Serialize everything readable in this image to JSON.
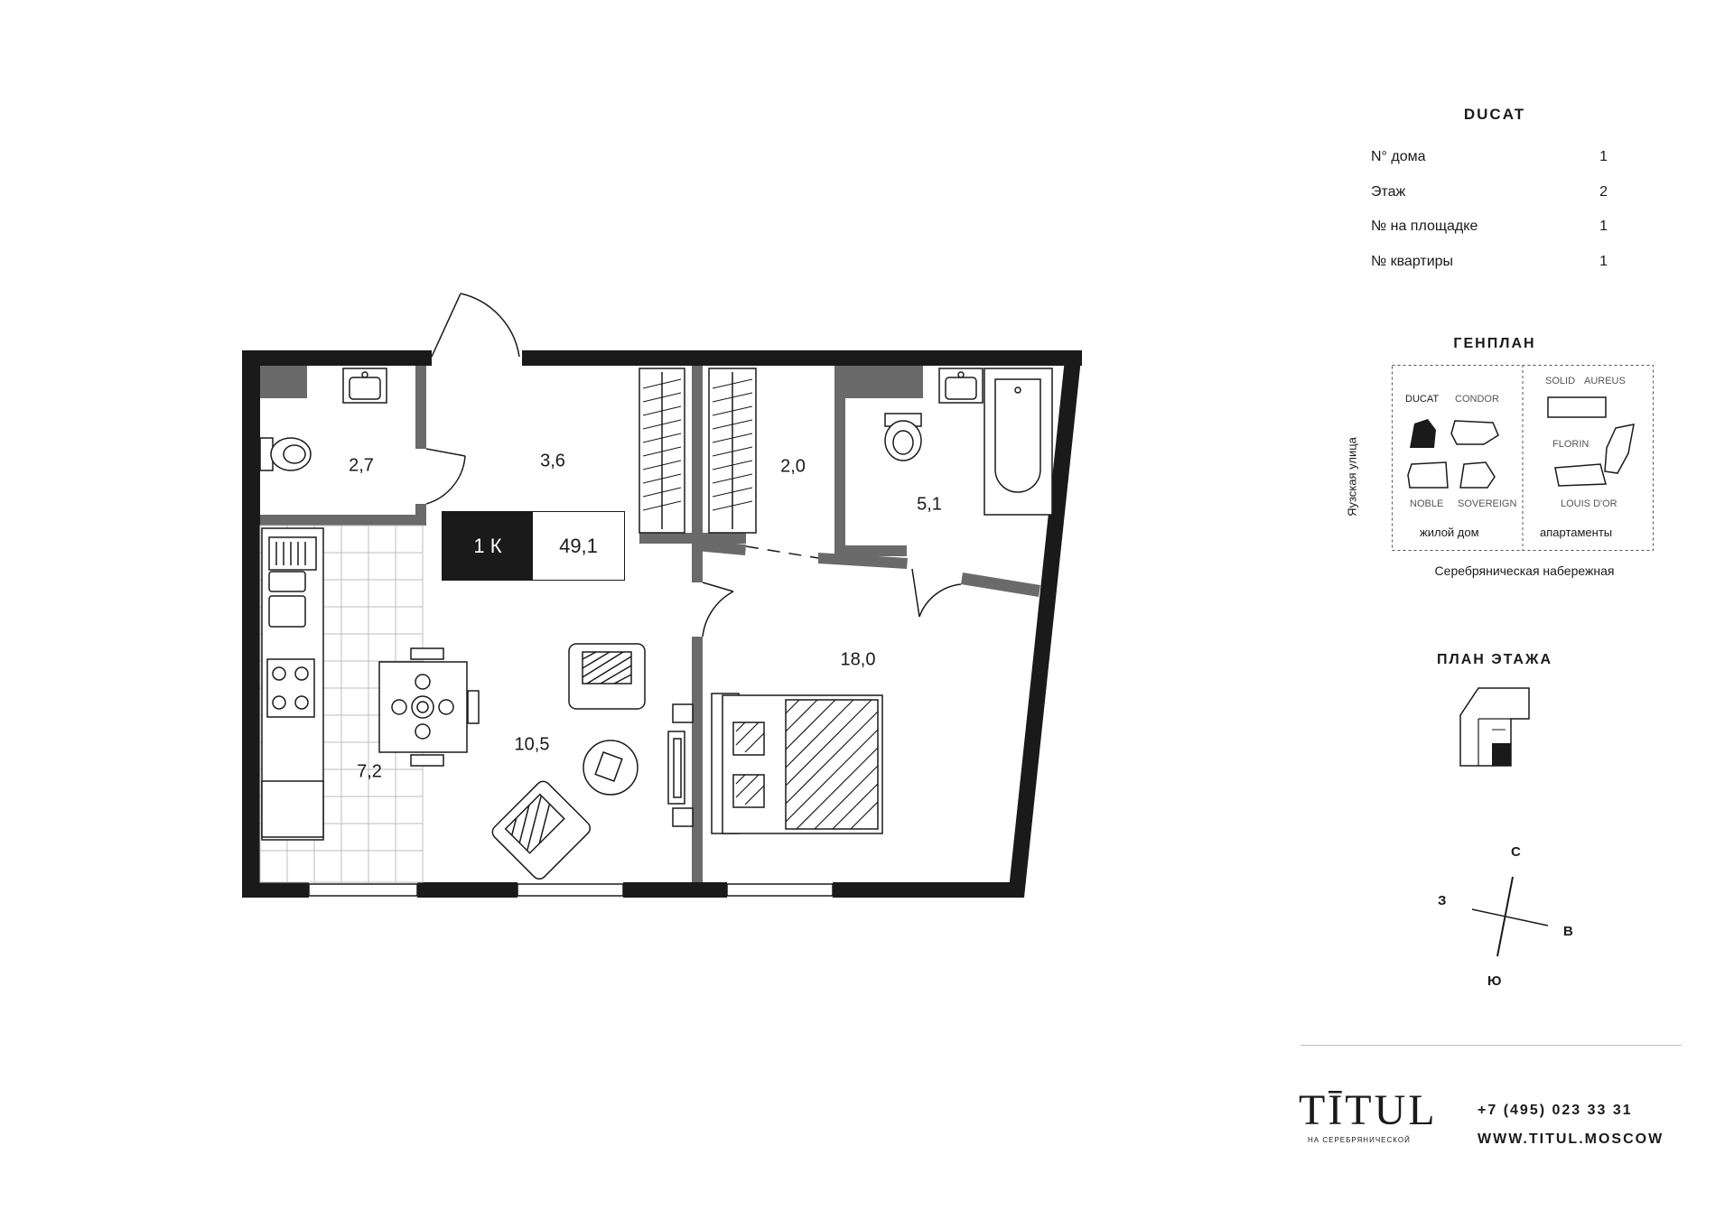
{
  "apartment": {
    "rooms_badge": "1 К",
    "total_area": "49,1",
    "room_areas": {
      "bathroom_small": "2,7",
      "hall": "3,6",
      "wardrobe": "2,0",
      "bathroom_large": "5,1",
      "bedroom": "18,0",
      "living": "10,5",
      "kitchen": "7,2"
    }
  },
  "building": {
    "name": "DUCAT",
    "info": [
      {
        "label": "N° дома",
        "value": "1"
      },
      {
        "label": "Этаж",
        "value": "2"
      },
      {
        "label": "№ на площадке",
        "value": "1"
      },
      {
        "label": "№ квартиры",
        "value": "1"
      }
    ]
  },
  "genplan": {
    "title": "ГЕНПЛАН",
    "residential_names": [
      "DUCAT",
      "CONDOR",
      "NOBLE",
      "SOVEREIGN"
    ],
    "apartments_names": [
      "SOLID",
      "AUREUS",
      "FLORIN",
      "LOUIS D'OR"
    ],
    "residential_caption": "жилой дом",
    "apartments_caption": "апартаменты",
    "street_left": "Яузская улица",
    "street_bottom": "Серебряническая набережная"
  },
  "floor_plan": {
    "title": "ПЛАН ЭТАЖА"
  },
  "compass": {
    "north": "С",
    "south": "Ю",
    "west": "З",
    "east": "В"
  },
  "brand": {
    "logo": "TĪTUL",
    "logo_sub": "НА СЕРЕБРЯНИЧЕСКОЙ",
    "phone": "+7 (495) 023 33 31",
    "website": "WWW.TITUL.MOSCOW"
  }
}
